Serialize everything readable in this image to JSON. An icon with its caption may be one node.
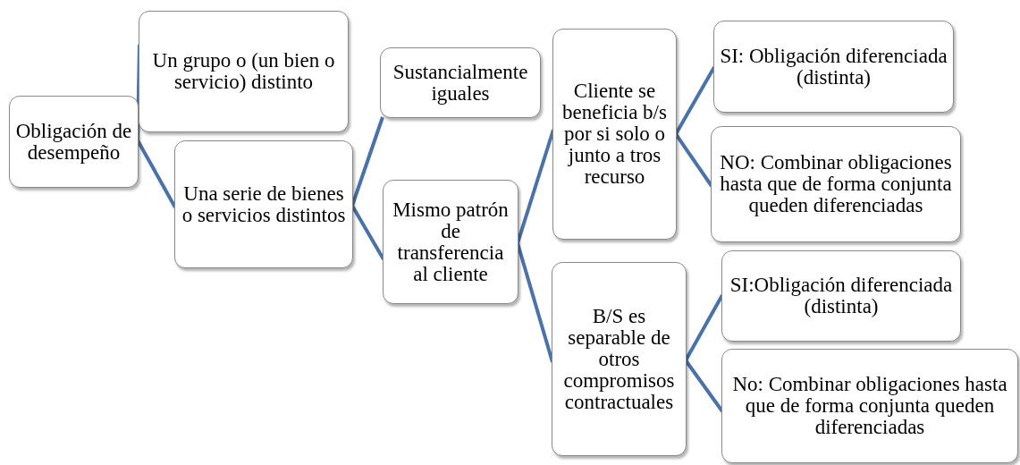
{
  "diagram": {
    "nodes": [
      {
        "text": [
          "Obligación de desempeño"
        ]
      },
      {
        "text": [
          "Un grupo o (un bien o servicio) distinto"
        ]
      },
      {
        "text": [
          "Una serie de bienes o servicios distintos"
        ]
      },
      {
        "text": [
          "Sustancialmente iguales"
        ]
      },
      {
        "text": [
          "Mismo patrón de transferencia al cliente"
        ]
      },
      {
        "text": [
          "Cliente se beneficia b/s por si solo o junto a tros recurso"
        ]
      },
      {
        "text": [
          "SI: Obligación diferenciada (distinta)"
        ]
      },
      {
        "text": [
          "NO: Combinar obligaciones hasta que de forma conjunta queden diferenciadas"
        ]
      },
      {
        "text": [
          "B/S es separable de otros compromisos contractuales"
        ]
      },
      {
        "text": [
          "SI:Obligación diferenciada (distinta)"
        ]
      },
      {
        "text": [
          "No: Combinar obligaciones hasta que de forma conjunta queden diferenciadas"
        ]
      }
    ],
    "edges": [
      {
        "from": 0,
        "to": 1,
        "arrow": "none"
      },
      {
        "from": 0,
        "to": 2,
        "arrow": "none"
      },
      {
        "from": 2,
        "to": 3,
        "arrow": "none"
      },
      {
        "from": 2,
        "to": 4,
        "arrow": "none"
      },
      {
        "from": 4,
        "to": 5,
        "arrow": "none"
      },
      {
        "from": 4,
        "to": 8,
        "arrow": "none"
      },
      {
        "from": 5,
        "to": 6,
        "arrow": "none"
      },
      {
        "from": 5,
        "to": 7,
        "arrow": "none"
      },
      {
        "from": 8,
        "to": 9,
        "arrow": "none"
      },
      {
        "from": 8,
        "to": 10,
        "arrow": "none"
      }
    ]
  }
}
